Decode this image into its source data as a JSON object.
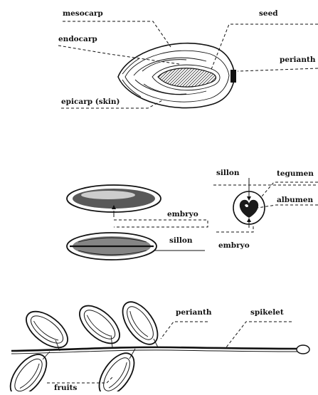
{
  "figure_top": {
    "labels": {
      "mesocarp": "mesocarp",
      "seed": "seed",
      "endocarp": "endocarp",
      "perianth": "perianth",
      "epicarp": "epicarp (skin)"
    }
  },
  "figure_middle": {
    "labels": {
      "sillon_top": "sillon",
      "tegument": "tegumen",
      "albumen": "albumen",
      "embryo_left": "embryo",
      "sillon_left": "sillon",
      "embryo_right": "embryo"
    }
  },
  "figure_bottom": {
    "labels": {
      "perianth": "perianth",
      "spikelet": "spikelet",
      "fruits": "fruits"
    }
  }
}
